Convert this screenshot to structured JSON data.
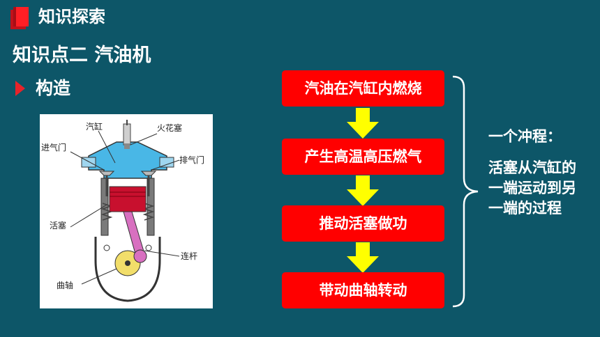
{
  "header": {
    "section_title": "知识探索",
    "section_icon": "book-icon"
  },
  "lesson": {
    "title": "知识点二  汽油机",
    "subtitle": "构造"
  },
  "diagram": {
    "labels": {
      "cylinder": "汽缸",
      "spark_plug": "火花塞",
      "intake_valve": "进气门",
      "exhaust_valve": "排气门",
      "piston": "活塞",
      "connecting_rod": "连杆",
      "crankshaft": "曲轴"
    }
  },
  "flow": {
    "steps": [
      "汽油在汽缸内燃烧",
      "产生高温高压燃气",
      "推动活塞做功",
      "带动曲轴转动"
    ]
  },
  "stroke": {
    "title": "一个冲程：",
    "description": "活塞从汽缸的一端运动到另一端的过程"
  },
  "colors": {
    "background": "#0d5668",
    "accent_red": "#ff0000",
    "arrow_yellow": "#ffff00",
    "text": "#ffffff"
  }
}
